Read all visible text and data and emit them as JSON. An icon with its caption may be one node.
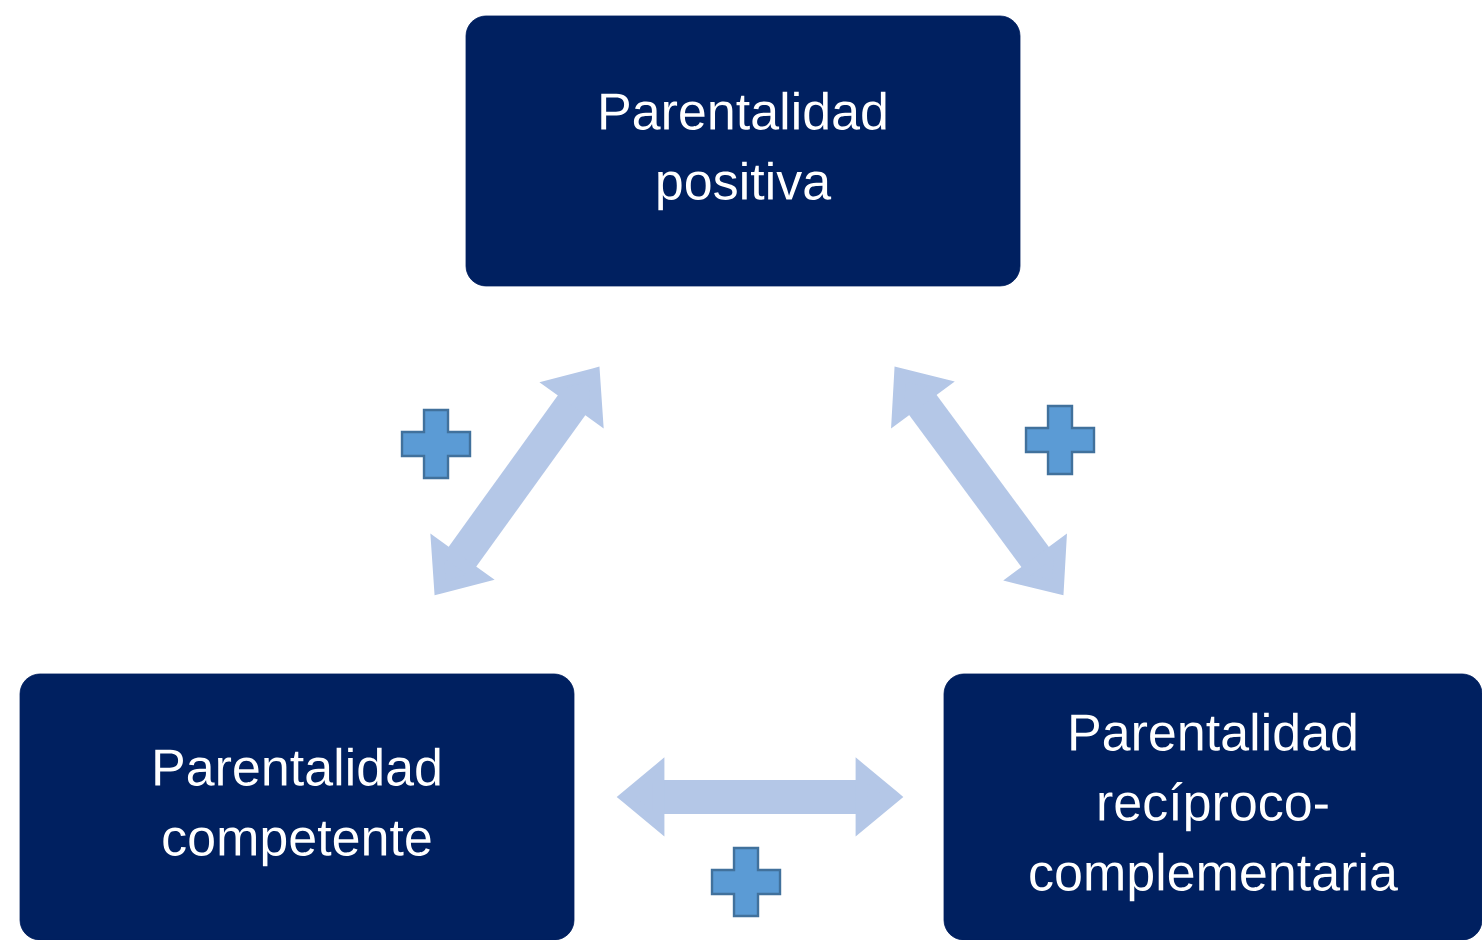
{
  "diagram": {
    "nodes": [
      {
        "text": [
          "Parentalidad positiva"
        ]
      },
      {
        "text": [
          "Parentalidad competente"
        ]
      },
      {
        "text": [
          "Parentalidad recíproco-complementaria"
        ]
      }
    ],
    "edges": [
      {
        "from": 0,
        "to": 1,
        "arrow": "both"
      },
      {
        "from": 0,
        "to": 2,
        "arrow": "both"
      },
      {
        "from": 1,
        "to": 2,
        "arrow": "both"
      }
    ]
  }
}
